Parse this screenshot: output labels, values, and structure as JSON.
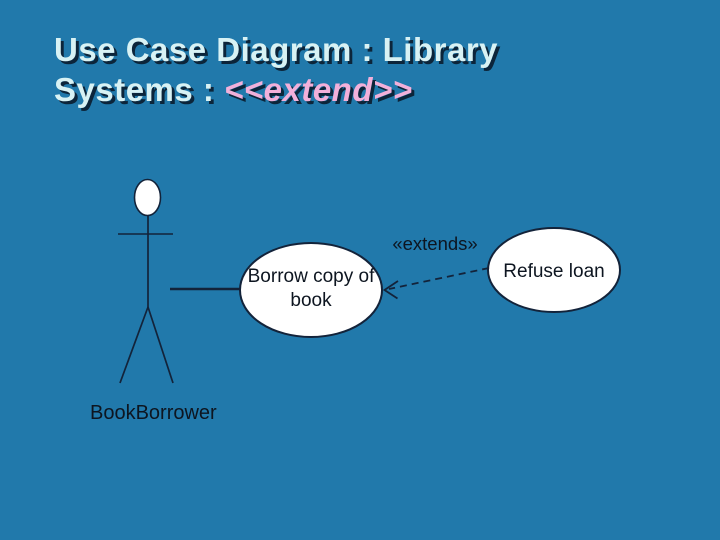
{
  "slide": {
    "background_color": "#2179AB"
  },
  "title": {
    "line1": "Use Case Diagram : Library",
    "line2_plain": "Systems : ",
    "line2_highlight": "<<extend>>",
    "text_color": "#D8F2F4",
    "highlight_color": "#F2B0DA"
  },
  "diagram": {
    "actor": {
      "name": "BookBorrower"
    },
    "use_cases": [
      {
        "name": "Borrow copy of book",
        "label_lines": [
          "Borrow copy of",
          "book"
        ]
      },
      {
        "name": "Refuse loan",
        "label_lines": [
          "Refuse loan"
        ]
      }
    ],
    "extend_relationship": {
      "stereotype": "«extends»",
      "from": "Refuse loan",
      "to": "Borrow copy of book",
      "line_style": "dashed-open-arrow"
    },
    "shape_fill": "#FFFFFF",
    "stroke_color": "#13233A",
    "label_color": "#0D1520"
  }
}
